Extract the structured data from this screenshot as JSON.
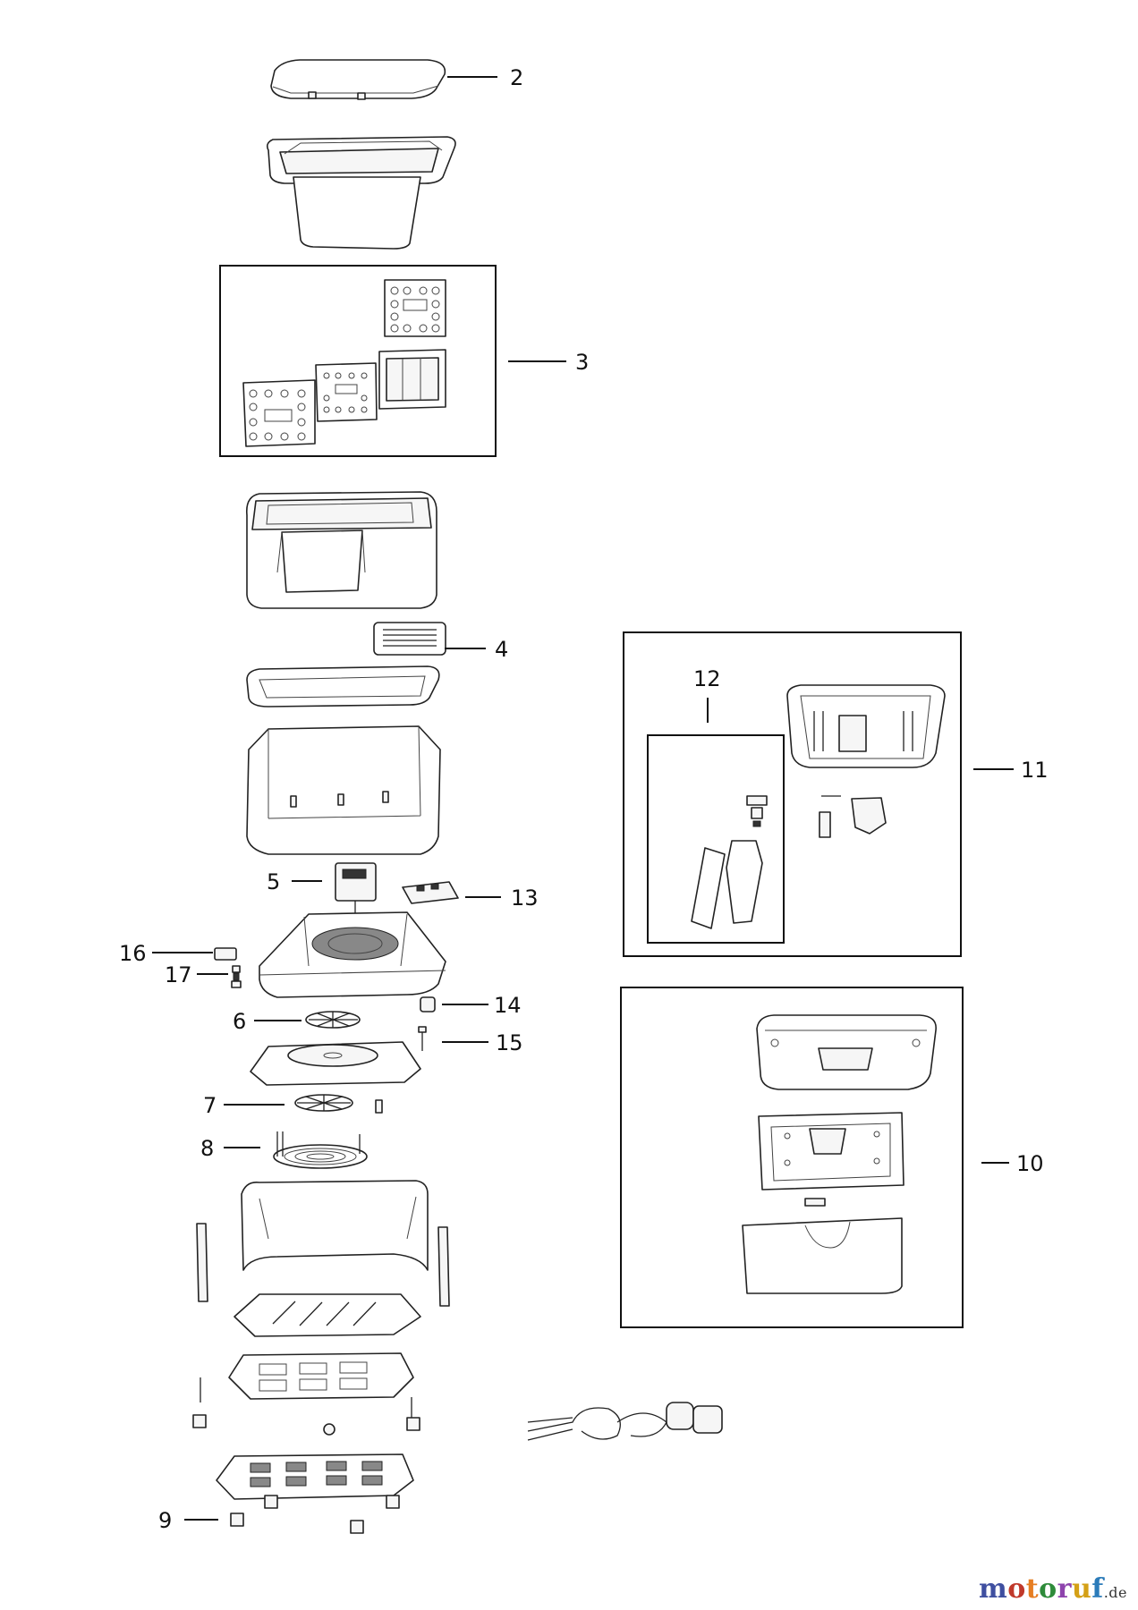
{
  "callouts": [
    {
      "id": "c2",
      "label": "2"
    },
    {
      "id": "c3",
      "label": "3"
    },
    {
      "id": "c4",
      "label": "4"
    },
    {
      "id": "c5",
      "label": "5"
    },
    {
      "id": "c6",
      "label": "6"
    },
    {
      "id": "c7",
      "label": "7"
    },
    {
      "id": "c8",
      "label": "8"
    },
    {
      "id": "c9",
      "label": "9"
    },
    {
      "id": "c10",
      "label": "10"
    },
    {
      "id": "c11",
      "label": "11"
    },
    {
      "id": "c12",
      "label": "12"
    },
    {
      "id": "c13",
      "label": "13"
    },
    {
      "id": "c14",
      "label": "14"
    },
    {
      "id": "c15",
      "label": "15"
    },
    {
      "id": "c16",
      "label": "16"
    },
    {
      "id": "c17",
      "label": "17"
    }
  ],
  "watermark": {
    "letters": [
      "m",
      "o",
      "t",
      "o",
      "r",
      "u",
      "f"
    ],
    "colors": [
      "#3f4fa0",
      "#c0392b",
      "#e67e22",
      "#2e8b3a",
      "#8e44ad",
      "#d4a017",
      "#2b7bb9"
    ],
    "suffix": ".de"
  }
}
